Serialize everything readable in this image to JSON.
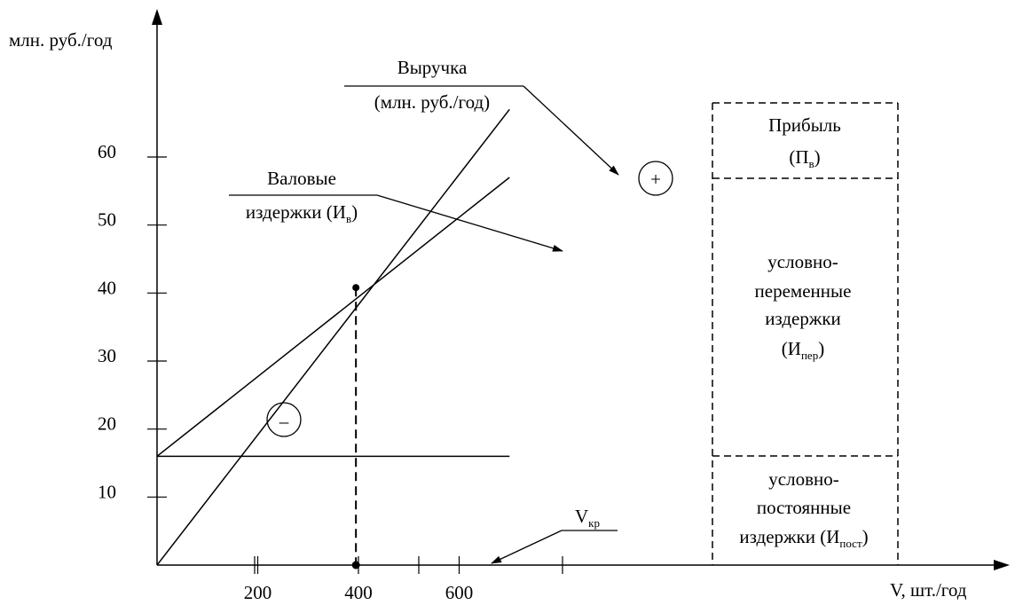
{
  "chart_data": {
    "type": "line",
    "y_axis_title": "млн. руб./год",
    "x_axis_title": "V, шт./год",
    "x_ticks": [
      200,
      400,
      600
    ],
    "y_ticks": [
      10,
      20,
      30,
      40,
      50,
      60
    ],
    "series": [
      {
        "x": [
          0,
          700
        ],
        "y": [
          0,
          67
        ]
      },
      {
        "x": [
          0,
          700
        ],
        "y": [
          16,
          57
        ]
      },
      {
        "x": [
          0,
          700
        ],
        "y": [
          16,
          16
        ]
      }
    ],
    "break_even": {
      "x": 395,
      "y": 40.8
    },
    "annotations": {
      "revenue": {
        "line1": "Выручка",
        "line2": "(млн. руб./год)"
      },
      "gross_costs": {
        "line1": "Валовые",
        "line2_main": "издержки (И",
        "line2_sub": "в",
        "line2_end": ")"
      },
      "profit": {
        "line1": "Прибыль",
        "line2_main": "(П",
        "line2_sub": "в",
        "line2_end": ")"
      },
      "variable_costs": {
        "line1": "условно-",
        "line2": "переменные",
        "line3": "издержки",
        "line4_main": "(И",
        "line4_sub": "пер",
        "line4_end": ")"
      },
      "fixed_costs": {
        "line1": "условно-",
        "line2": "постоянные",
        "line3_main": "издержки (И",
        "line3_sub": "пост",
        "line3_end": ")"
      },
      "vkr": {
        "main": "V",
        "sub": "кр"
      },
      "plus": "+",
      "minus": "–"
    },
    "grid": false,
    "colors": {
      "line": "#000000",
      "background": "#ffffff"
    }
  }
}
